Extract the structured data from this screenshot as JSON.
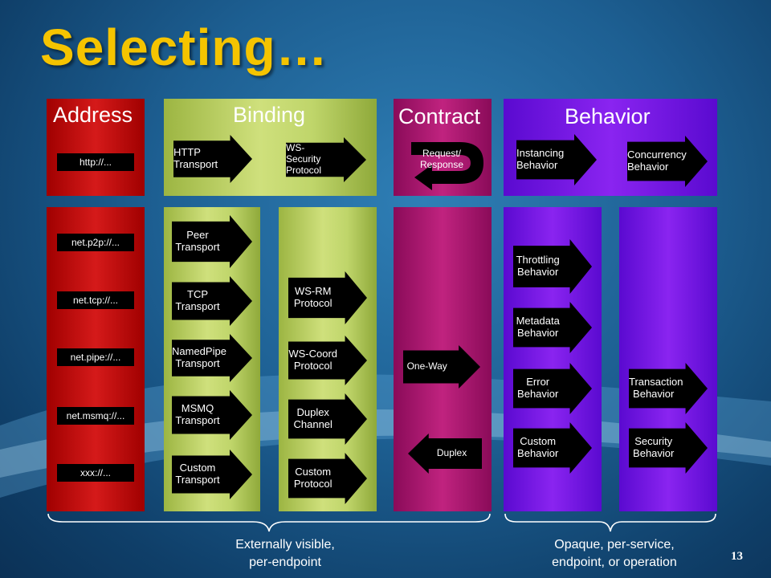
{
  "slide": {
    "title": "Selecting…",
    "page_number": "13"
  },
  "address": {
    "title": "Address",
    "top_items": [
      "http://..."
    ],
    "items": [
      "net.p2p://...",
      "net.tcp://...",
      "net.pipe://...",
      "net.msmq://...",
      "xxx://..."
    ]
  },
  "binding": {
    "title": "Binding",
    "top_items": [
      "HTTP\nTransport",
      "WS-Security\nProtocol"
    ],
    "transports": [
      "Peer\nTransport",
      "TCP\nTransport",
      "NamedPipe\nTransport",
      "MSMQ\nTransport",
      "Custom\nTransport"
    ],
    "protocols": [
      "WS-RM\nProtocol",
      "WS-Coord\nProtocol",
      "Duplex\nChannel",
      "Custom\nProtocol"
    ]
  },
  "contract": {
    "title": "Contract",
    "top_items": [
      "Request/\nResponse"
    ],
    "items": [
      "One-Way",
      "Duplex"
    ]
  },
  "behavior": {
    "title": "Behavior",
    "top_items": [
      "Instancing\nBehavior",
      "Concurrency\nBehavior"
    ],
    "left_items": [
      "Throttling\nBehavior",
      "Metadata\nBehavior",
      "Error\nBehavior",
      "Custom\nBehavior"
    ],
    "right_items": [
      "Transaction\nBehavior",
      "Security\nBehavior"
    ]
  },
  "captions": {
    "left": "Externally visible,\nper-endpoint",
    "right": "Opaque, per-service,\nendpoint, or operation"
  },
  "colors": {
    "title": "#f5c400",
    "address": "#c81010",
    "binding": "#c6db72",
    "contract": "#b01c78",
    "behavior": "#7a1ce8"
  }
}
